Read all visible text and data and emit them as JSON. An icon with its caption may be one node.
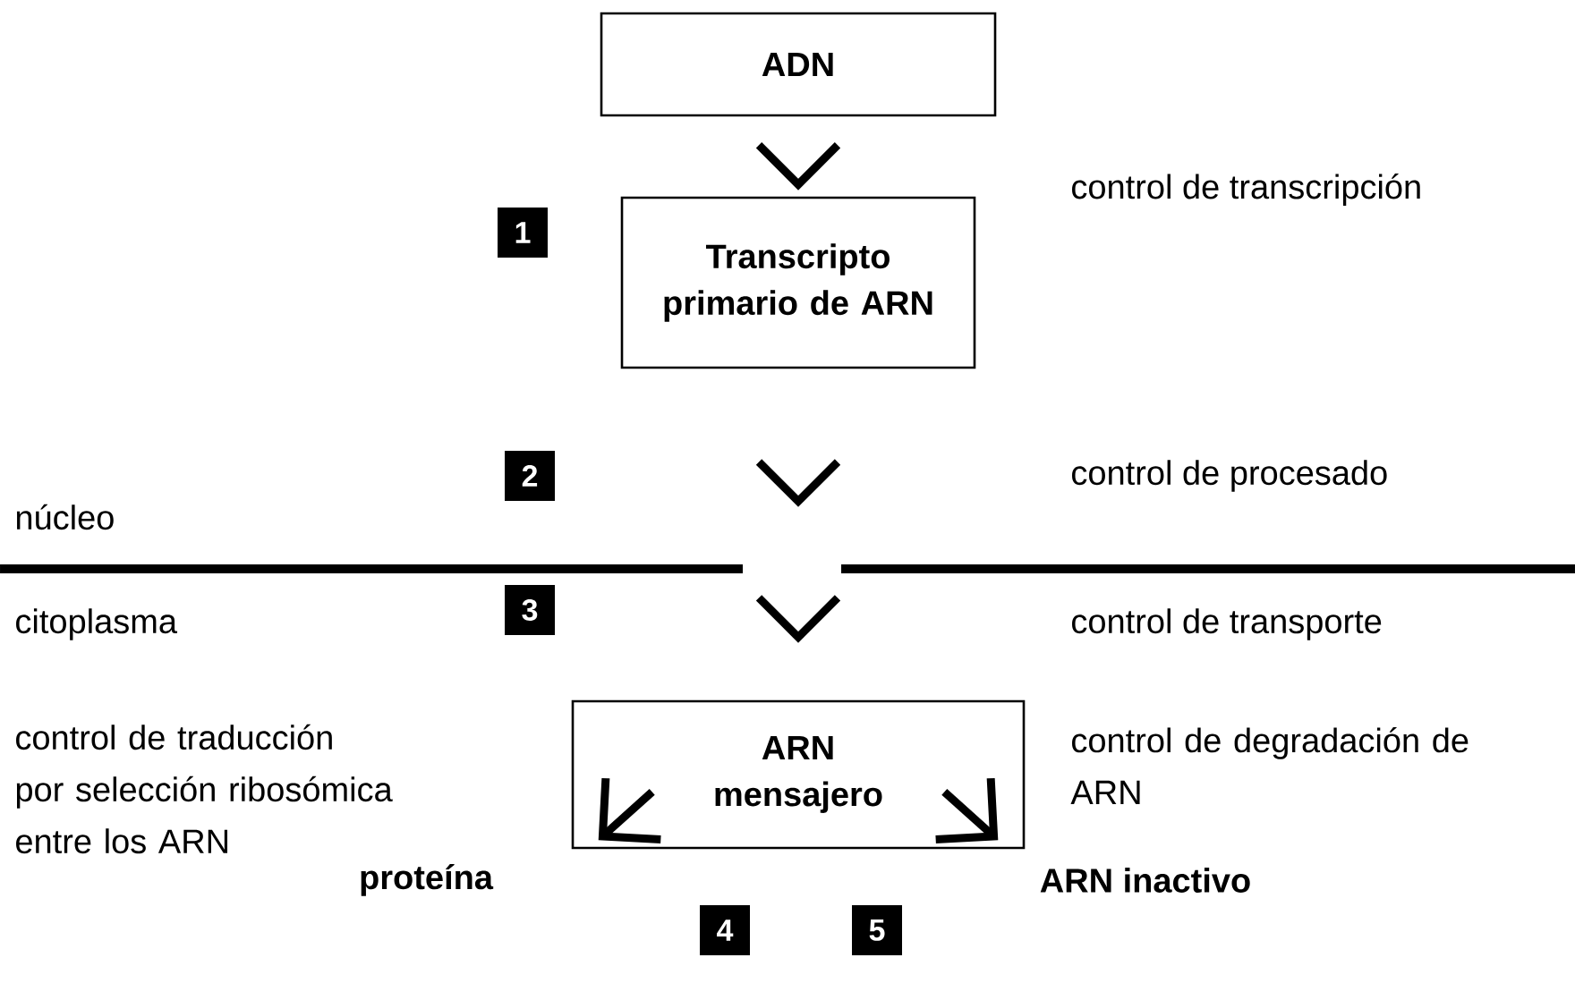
{
  "diagram": {
    "nodes": [
      {
        "text": [
          "ADN"
        ]
      },
      {
        "text": [
          "Transcripto primario de ARN"
        ]
      },
      {
        "text": [
          "ARN mensajero"
        ]
      }
    ],
    "edges": [
      {
        "from": 0,
        "to": 1,
        "arrow": "to"
      },
      {
        "from": 1,
        "to": 2,
        "arrow": "to"
      },
      {
        "from": 2,
        "to": null,
        "arrow": "to"
      },
      {
        "from": 2,
        "to": null,
        "arrow": "to"
      }
    ],
    "labels": [
      "1",
      "control de transcripción",
      "2",
      "núcleo",
      "control de procesado",
      "citoplasma",
      "control de transporte",
      "3",
      "control de traducción por selección ribosómica entre los ARN",
      "control de degradación de ARN",
      "proteína",
      "ARN inactivo",
      "4",
      "5"
    ]
  }
}
